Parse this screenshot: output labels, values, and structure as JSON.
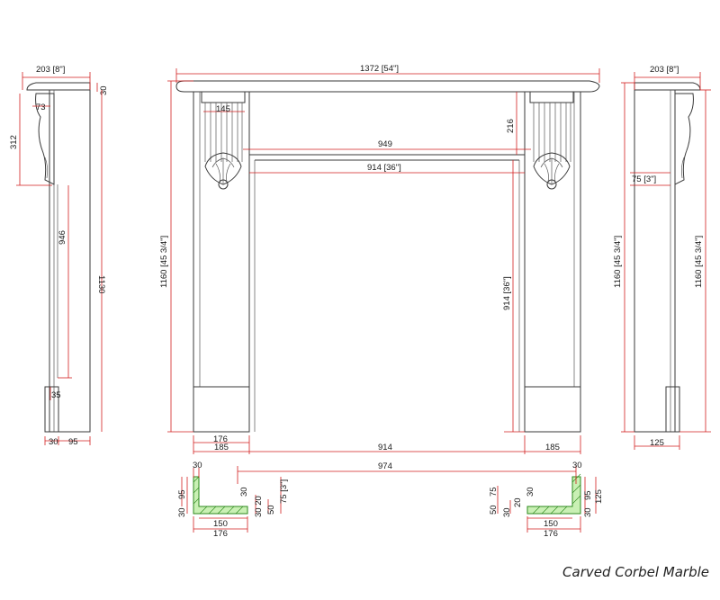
{
  "caption": "Carved Corbel Marble",
  "colors": {
    "dimension": "#d21f1f",
    "outline": "#3a3a3a",
    "section_fill": "#c9f0b4",
    "section_stroke": "#2e8a1e"
  },
  "front": {
    "overall_width": "1372 [54\"]",
    "overall_height": "1160 [45 3/4\"]",
    "corbel_width": "145",
    "corbel_height": "216",
    "frieze_width": "949",
    "opening_width": "914 [36\"]",
    "opening_height": "914 [36\"]",
    "plinth_width": "176",
    "leg_width_left": "185",
    "leg_width_right": "185",
    "inner_width": "914"
  },
  "left_side": {
    "depth": "203 [8\"]",
    "shelf_thick": "30",
    "corbel_proj": "73",
    "corbel_height": "312",
    "leg_height": "946",
    "total_height": "1130",
    "plinth_step": "35",
    "base_step": "30",
    "base_depth": "95"
  },
  "right_side": {
    "depth": "203 [8\"]",
    "shelf_offset": "75 [3\"]",
    "height_left": "1160 [45 3/4\"]",
    "height_right": "1160 [45 3/4\"]",
    "base_depth": "125"
  },
  "plan": {
    "between": "974",
    "left": {
      "top": "30",
      "h95": "95",
      "h30": "30",
      "inner30": "30",
      "inner2030": "30 20",
      "h50": "50",
      "h75": "75 [3\"]",
      "w150": "150",
      "w176": "176"
    },
    "right": {
      "top": "30",
      "h50": "50",
      "h75": "75",
      "inner30": "30",
      "inner20": "20",
      "h30": "30",
      "h95": "95",
      "h125": "125",
      "h30b": "30",
      "w150": "150",
      "w176": "176"
    }
  }
}
